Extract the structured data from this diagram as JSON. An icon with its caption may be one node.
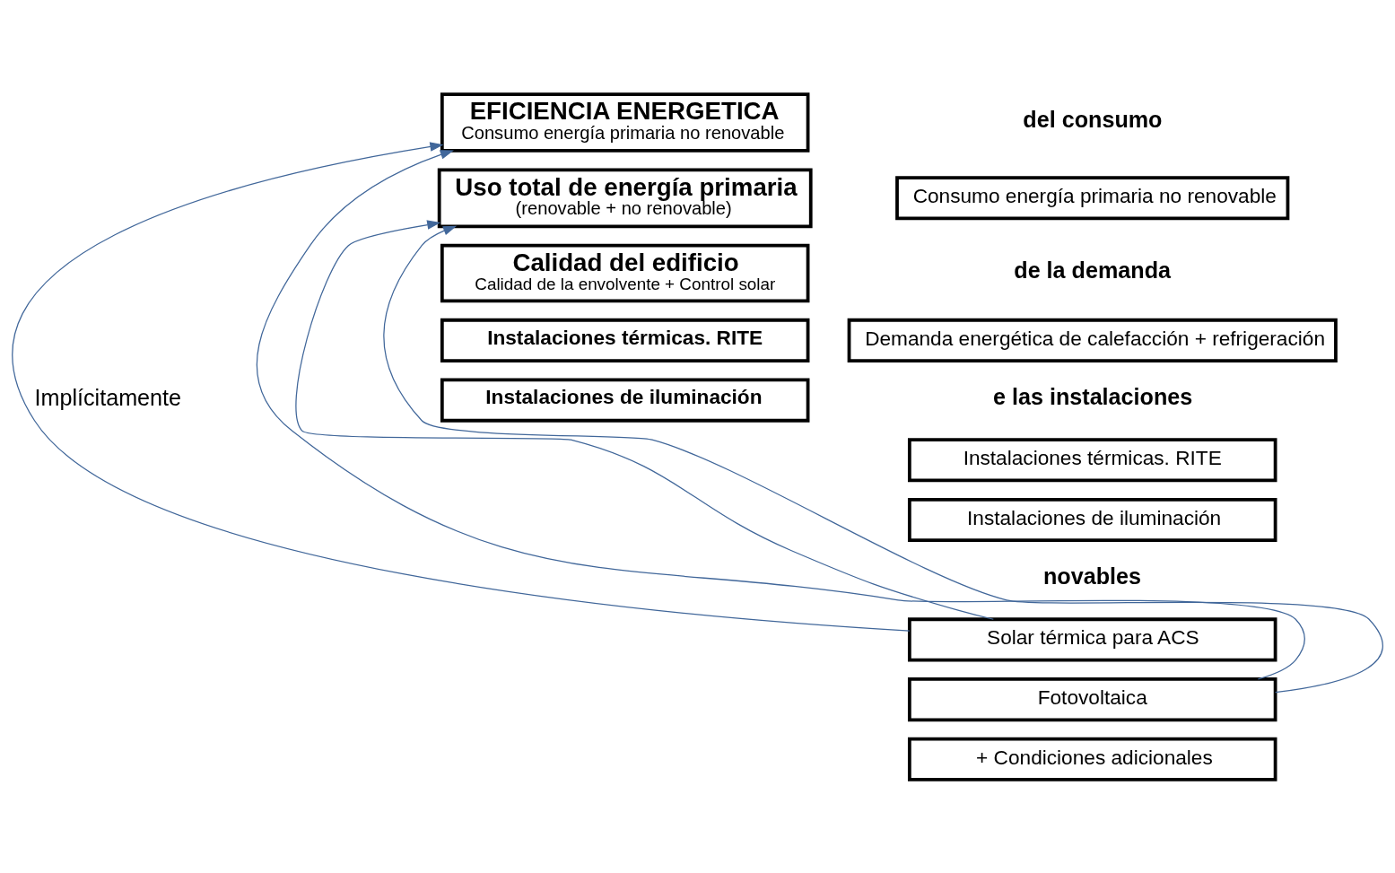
{
  "diagram": {
    "nodes": [
      {
        "text": [
          "Consumo energía primaria no renovable"
        ]
      },
      {
        "text": [
          "Demanda energética de calefacción + refrigeración"
        ]
      },
      {
        "text": [
          "Instalaciones térmicas. RITE"
        ]
      },
      {
        "text": [
          "Instalaciones de iluminación"
        ]
      },
      {
        "text": [
          "Solar térmica para ACS"
        ]
      },
      {
        "text": [
          "Fotovoltaica"
        ]
      },
      {
        "text": [
          "+ Condiciones adicionales"
        ]
      },
      {
        "text": [
          "EFICIENCIA ENERGETICA",
          "Consumo energía primaria no renovable"
        ]
      },
      {
        "text": [
          "Uso total de energía primaria",
          "(renovable + no renovable)"
        ]
      },
      {
        "text": [
          "Calidad del edificio",
          "Calidad de la envolvente + Control solar"
        ]
      },
      {
        "text": [
          "Instalaciones térmicas. RITE"
        ]
      },
      {
        "text": [
          "Instalaciones de iluminación"
        ]
      }
    ],
    "edges": [
      {
        "from": 4,
        "to": 7,
        "arrow": "to",
        "label": "Implícitamente",
        "color": "#41679a"
      },
      {
        "from": 4,
        "to": 8,
        "arrow": "to",
        "color": "#41679a"
      },
      {
        "from": 5,
        "to": 7,
        "arrow": "to",
        "color": "#41679a"
      },
      {
        "from": 5,
        "to": 8,
        "arrow": "to",
        "color": "#41679a"
      }
    ],
    "labels": [
      "del consumo",
      "de la demanda",
      "e las instalaciones",
      "novables"
    ]
  }
}
